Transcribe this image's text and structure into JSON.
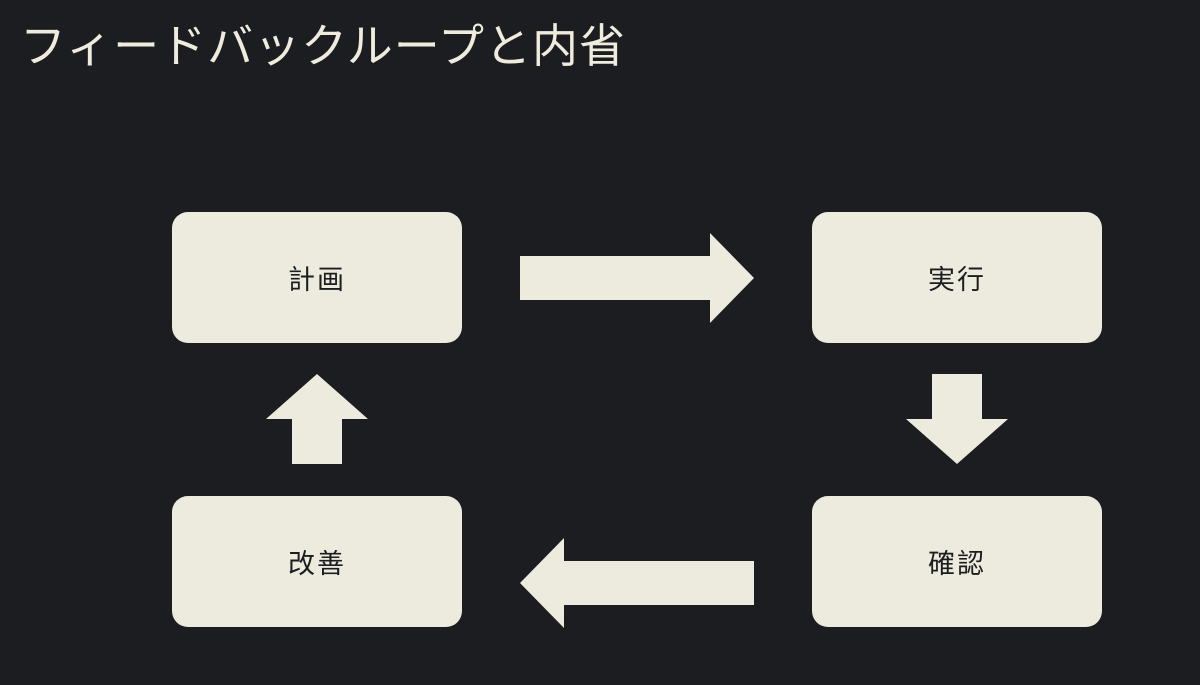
{
  "title": "フィードバックループと内省",
  "steps": {
    "plan": "計画",
    "execute": "実行",
    "check": "確認",
    "improve": "改善"
  },
  "colors": {
    "background": "#1c1d20",
    "box": "#ecebdd",
    "text_on_box": "#1c1d20",
    "title": "#efecdd"
  }
}
